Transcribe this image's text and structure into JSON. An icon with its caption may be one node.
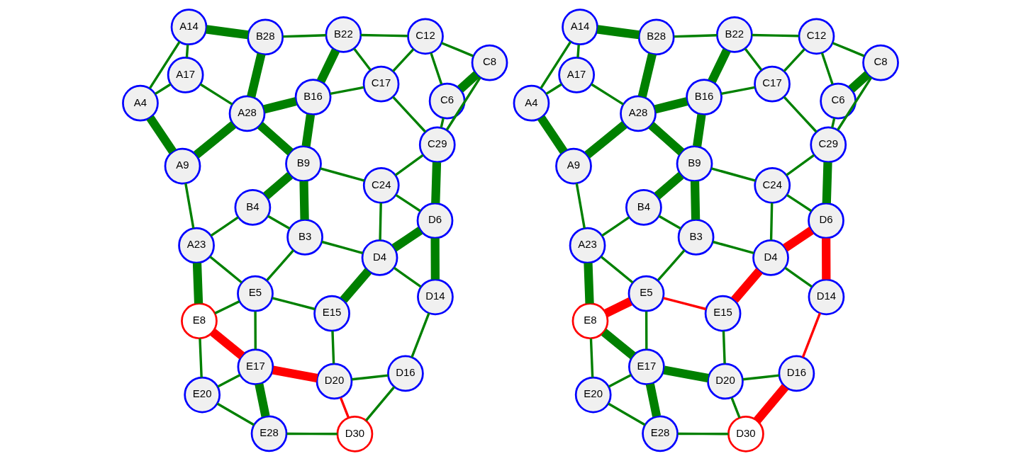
{
  "diagram": {
    "nodes": [
      {
        "text": [
          "A14"
        ]
      },
      {
        "text": [
          "B28"
        ]
      },
      {
        "text": [
          "A4"
        ]
      },
      {
        "text": [
          "B22"
        ]
      },
      {
        "text": [
          "C12"
        ]
      },
      {
        "text": [
          "A17"
        ]
      },
      {
        "text": [
          "A9"
        ]
      },
      {
        "text": [
          "C17"
        ]
      },
      {
        "text": [
          "C8"
        ]
      },
      {
        "text": [
          "C6"
        ]
      },
      {
        "text": [
          "A28"
        ]
      },
      {
        "text": [
          "B16"
        ]
      },
      {
        "text": [
          "A23"
        ]
      },
      {
        "text": [
          "B9"
        ]
      },
      {
        "text": [
          "B4"
        ]
      },
      {
        "text": [
          "C24"
        ]
      },
      {
        "text": [
          "C29"
        ]
      },
      {
        "text": [
          "B3"
        ]
      },
      {
        "text": [
          "E5"
        ]
      },
      {
        "text": [
          "D4"
        ]
      },
      {
        "text": [
          "D6"
        ]
      },
      {
        "text": [
          "E8"
        ]
      },
      {
        "text": [
          "E15"
        ]
      },
      {
        "text": [
          "D14"
        ]
      },
      {
        "text": [
          "D16"
        ]
      },
      {
        "text": [
          "E17"
        ]
      },
      {
        "text": [
          "D20"
        ]
      },
      {
        "text": [
          "E20"
        ]
      },
      {
        "text": [
          "D30"
        ]
      },
      {
        "text": [
          "E28"
        ]
      },
      {
        "text": [
          "A14"
        ]
      },
      {
        "text": [
          "B28"
        ]
      },
      {
        "text": [
          "A4"
        ]
      },
      {
        "text": [
          "B22"
        ]
      },
      {
        "text": [
          "C12"
        ]
      },
      {
        "text": [
          "A17"
        ]
      },
      {
        "text": [
          "A9"
        ]
      },
      {
        "text": [
          "C17"
        ]
      },
      {
        "text": [
          "C8"
        ]
      },
      {
        "text": [
          "C6"
        ]
      },
      {
        "text": [
          "A28"
        ]
      },
      {
        "text": [
          "B16"
        ]
      },
      {
        "text": [
          "A23"
        ]
      },
      {
        "text": [
          "B9"
        ]
      },
      {
        "text": [
          "B4"
        ]
      },
      {
        "text": [
          "C24"
        ]
      },
      {
        "text": [
          "C29"
        ]
      },
      {
        "text": [
          "B3"
        ]
      },
      {
        "text": [
          "E5"
        ]
      },
      {
        "text": [
          "D4"
        ]
      },
      {
        "text": [
          "D6"
        ]
      },
      {
        "text": [
          "E8"
        ]
      },
      {
        "text": [
          "E15"
        ]
      },
      {
        "text": [
          "D14"
        ]
      },
      {
        "text": [
          "D16"
        ]
      },
      {
        "text": [
          "E17"
        ]
      },
      {
        "text": [
          "D20"
        ]
      },
      {
        "text": [
          "E20"
        ]
      },
      {
        "text": [
          "D30"
        ]
      },
      {
        "text": [
          "E28"
        ]
      }
    ],
    "edges": [
      {
        "from": 0,
        "to": 2,
        "arrow": "none"
      },
      {
        "from": 0,
        "to": 1,
        "arrow": "none",
        "style": "thick"
      },
      {
        "from": 0,
        "to": 5,
        "arrow": "none"
      },
      {
        "from": 2,
        "to": 5,
        "arrow": "none"
      },
      {
        "from": 2,
        "to": 6,
        "arrow": "none",
        "style": "thick"
      },
      {
        "from": 5,
        "to": 10,
        "arrow": "none"
      },
      {
        "from": 6,
        "to": 10,
        "arrow": "none",
        "style": "thick"
      },
      {
        "from": 6,
        "to": 12,
        "arrow": "none"
      },
      {
        "from": 1,
        "to": 10,
        "arrow": "none",
        "style": "thick"
      },
      {
        "from": 1,
        "to": 3,
        "arrow": "none"
      },
      {
        "from": 3,
        "to": 4,
        "arrow": "none"
      },
      {
        "from": 3,
        "to": 7,
        "arrow": "none"
      },
      {
        "from": 3,
        "to": 11,
        "arrow": "none",
        "style": "thick"
      },
      {
        "from": 10,
        "to": 11,
        "arrow": "none",
        "style": "thick"
      },
      {
        "from": 10,
        "to": 13,
        "arrow": "none",
        "style": "thick"
      },
      {
        "from": 11,
        "to": 7,
        "arrow": "none"
      },
      {
        "from": 11,
        "to": 13,
        "arrow": "none",
        "style": "thick"
      },
      {
        "from": 7,
        "to": 4,
        "arrow": "none"
      },
      {
        "from": 7,
        "to": 16,
        "arrow": "none"
      },
      {
        "from": 4,
        "to": 8,
        "arrow": "none"
      },
      {
        "from": 4,
        "to": 9,
        "arrow": "none"
      },
      {
        "from": 8,
        "to": 9,
        "arrow": "none",
        "style": "thick"
      },
      {
        "from": 8,
        "to": 16,
        "arrow": "none"
      },
      {
        "from": 9,
        "to": 16,
        "arrow": "none"
      },
      {
        "from": 12,
        "to": 14,
        "arrow": "none"
      },
      {
        "from": 12,
        "to": 21,
        "arrow": "none",
        "style": "thick"
      },
      {
        "from": 12,
        "to": 18,
        "arrow": "none"
      },
      {
        "from": 14,
        "to": 13,
        "arrow": "none",
        "style": "thick"
      },
      {
        "from": 14,
        "to": 17,
        "arrow": "none"
      },
      {
        "from": 13,
        "to": 17,
        "arrow": "none",
        "style": "thick"
      },
      {
        "from": 13,
        "to": 15,
        "arrow": "none"
      },
      {
        "from": 15,
        "to": 16,
        "arrow": "none"
      },
      {
        "from": 15,
        "to": 19,
        "arrow": "none"
      },
      {
        "from": 15,
        "to": 20,
        "arrow": "none"
      },
      {
        "from": 16,
        "to": 20,
        "arrow": "none",
        "style": "thick"
      },
      {
        "from": 17,
        "to": 18,
        "arrow": "none"
      },
      {
        "from": 17,
        "to": 19,
        "arrow": "none"
      },
      {
        "from": 18,
        "to": 21,
        "arrow": "none"
      },
      {
        "from": 18,
        "to": 22,
        "arrow": "none"
      },
      {
        "from": 18,
        "to": 25,
        "arrow": "none"
      },
      {
        "from": 19,
        "to": 22,
        "arrow": "none",
        "style": "thick"
      },
      {
        "from": 19,
        "to": 20,
        "arrow": "none",
        "style": "thick"
      },
      {
        "from": 19,
        "to": 23,
        "arrow": "none"
      },
      {
        "from": 20,
        "to": 23,
        "arrow": "none",
        "style": "thick"
      },
      {
        "from": 21,
        "to": 25,
        "arrow": "none",
        "style": "thick",
        "color": "#ff0000"
      },
      {
        "from": 21,
        "to": 27,
        "arrow": "none"
      },
      {
        "from": 22,
        "to": 26,
        "arrow": "none"
      },
      {
        "from": 25,
        "to": 27,
        "arrow": "none"
      },
      {
        "from": 25,
        "to": 26,
        "arrow": "none",
        "style": "thick",
        "color": "#ff0000"
      },
      {
        "from": 25,
        "to": 29,
        "arrow": "none",
        "style": "thick"
      },
      {
        "from": 26,
        "to": 24,
        "arrow": "none"
      },
      {
        "from": 26,
        "to": 28,
        "arrow": "none",
        "color": "#ff0000"
      },
      {
        "from": 23,
        "to": 24,
        "arrow": "none"
      },
      {
        "from": 24,
        "to": 28,
        "arrow": "none"
      },
      {
        "from": 27,
        "to": 29,
        "arrow": "none"
      },
      {
        "from": 29,
        "to": 28,
        "arrow": "none"
      },
      {
        "from": 30,
        "to": 32,
        "arrow": "none"
      },
      {
        "from": 30,
        "to": 31,
        "arrow": "none",
        "style": "thick"
      },
      {
        "from": 30,
        "to": 35,
        "arrow": "none"
      },
      {
        "from": 32,
        "to": 35,
        "arrow": "none"
      },
      {
        "from": 32,
        "to": 36,
        "arrow": "none",
        "style": "thick"
      },
      {
        "from": 35,
        "to": 40,
        "arrow": "none"
      },
      {
        "from": 36,
        "to": 40,
        "arrow": "none",
        "style": "thick"
      },
      {
        "from": 36,
        "to": 42,
        "arrow": "none"
      },
      {
        "from": 31,
        "to": 40,
        "arrow": "none",
        "style": "thick"
      },
      {
        "from": 31,
        "to": 33,
        "arrow": "none"
      },
      {
        "from": 33,
        "to": 34,
        "arrow": "none"
      },
      {
        "from": 33,
        "to": 37,
        "arrow": "none"
      },
      {
        "from": 33,
        "to": 41,
        "arrow": "none",
        "style": "thick"
      },
      {
        "from": 40,
        "to": 41,
        "arrow": "none",
        "style": "thick"
      },
      {
        "from": 40,
        "to": 43,
        "arrow": "none",
        "style": "thick"
      },
      {
        "from": 41,
        "to": 37,
        "arrow": "none"
      },
      {
        "from": 41,
        "to": 43,
        "arrow": "none",
        "style": "thick"
      },
      {
        "from": 37,
        "to": 34,
        "arrow": "none"
      },
      {
        "from": 37,
        "to": 46,
        "arrow": "none"
      },
      {
        "from": 34,
        "to": 38,
        "arrow": "none"
      },
      {
        "from": 34,
        "to": 39,
        "arrow": "none"
      },
      {
        "from": 38,
        "to": 39,
        "arrow": "none",
        "style": "thick"
      },
      {
        "from": 38,
        "to": 46,
        "arrow": "none"
      },
      {
        "from": 39,
        "to": 46,
        "arrow": "none"
      },
      {
        "from": 42,
        "to": 44,
        "arrow": "none"
      },
      {
        "from": 42,
        "to": 51,
        "arrow": "none",
        "style": "thick"
      },
      {
        "from": 42,
        "to": 48,
        "arrow": "none"
      },
      {
        "from": 44,
        "to": 43,
        "arrow": "none",
        "style": "thick"
      },
      {
        "from": 44,
        "to": 47,
        "arrow": "none"
      },
      {
        "from": 43,
        "to": 47,
        "arrow": "none",
        "style": "thick"
      },
      {
        "from": 43,
        "to": 45,
        "arrow": "none"
      },
      {
        "from": 45,
        "to": 46,
        "arrow": "none"
      },
      {
        "from": 45,
        "to": 49,
        "arrow": "none"
      },
      {
        "from": 45,
        "to": 50,
        "arrow": "none"
      },
      {
        "from": 46,
        "to": 50,
        "arrow": "none",
        "style": "thick"
      },
      {
        "from": 47,
        "to": 48,
        "arrow": "none"
      },
      {
        "from": 47,
        "to": 49,
        "arrow": "none"
      },
      {
        "from": 48,
        "to": 51,
        "arrow": "none",
        "style": "thick",
        "color": "#ff0000"
      },
      {
        "from": 48,
        "to": 52,
        "arrow": "none",
        "color": "#ff0000"
      },
      {
        "from": 48,
        "to": 55,
        "arrow": "none"
      },
      {
        "from": 49,
        "to": 52,
        "arrow": "none",
        "style": "thick",
        "color": "#ff0000"
      },
      {
        "from": 49,
        "to": 50,
        "arrow": "none",
        "style": "thick",
        "color": "#ff0000"
      },
      {
        "from": 49,
        "to": 53,
        "arrow": "none"
      },
      {
        "from": 50,
        "to": 53,
        "arrow": "none",
        "style": "thick",
        "color": "#ff0000"
      },
      {
        "from": 51,
        "to": 55,
        "arrow": "none",
        "style": "thick"
      },
      {
        "from": 51,
        "to": 57,
        "arrow": "none"
      },
      {
        "from": 52,
        "to": 56,
        "arrow": "none"
      },
      {
        "from": 55,
        "to": 57,
        "arrow": "none"
      },
      {
        "from": 55,
        "to": 56,
        "arrow": "none",
        "style": "thick"
      },
      {
        "from": 55,
        "to": 59,
        "arrow": "none",
        "style": "thick"
      },
      {
        "from": 56,
        "to": 54,
        "arrow": "none"
      },
      {
        "from": 56,
        "to": 58,
        "arrow": "none"
      },
      {
        "from": 53,
        "to": 54,
        "arrow": "none",
        "color": "#ff0000"
      },
      {
        "from": 54,
        "to": 58,
        "arrow": "none",
        "style": "thick",
        "color": "#ff0000"
      },
      {
        "from": 57,
        "to": 59,
        "arrow": "none"
      },
      {
        "from": 59,
        "to": 58,
        "arrow": "none"
      }
    ]
  }
}
